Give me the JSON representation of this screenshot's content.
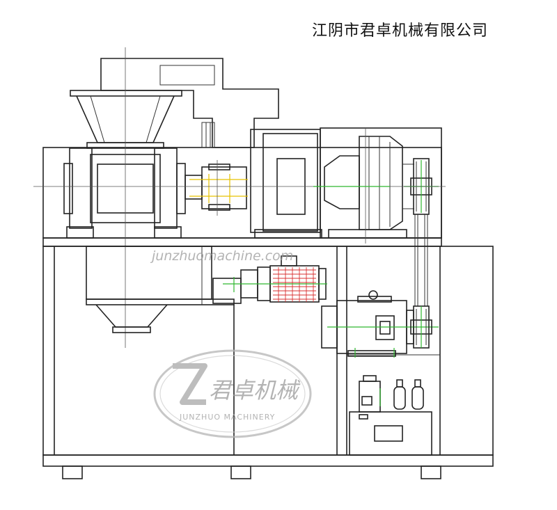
{
  "header": {
    "company_name": "江阴市君卓机械有限公司"
  },
  "watermark": {
    "url_text": "junzhuomachine.com",
    "logo_chinese": "君卓机械",
    "logo_english": "JUNZHUO MACHINERY"
  },
  "colors": {
    "line": "#222222",
    "centerline_green": "#2eb82e",
    "coupling_yellow": "#e6c200",
    "motor_fins_red": "#d93030",
    "watermark_gray": "#9a9a9a"
  }
}
